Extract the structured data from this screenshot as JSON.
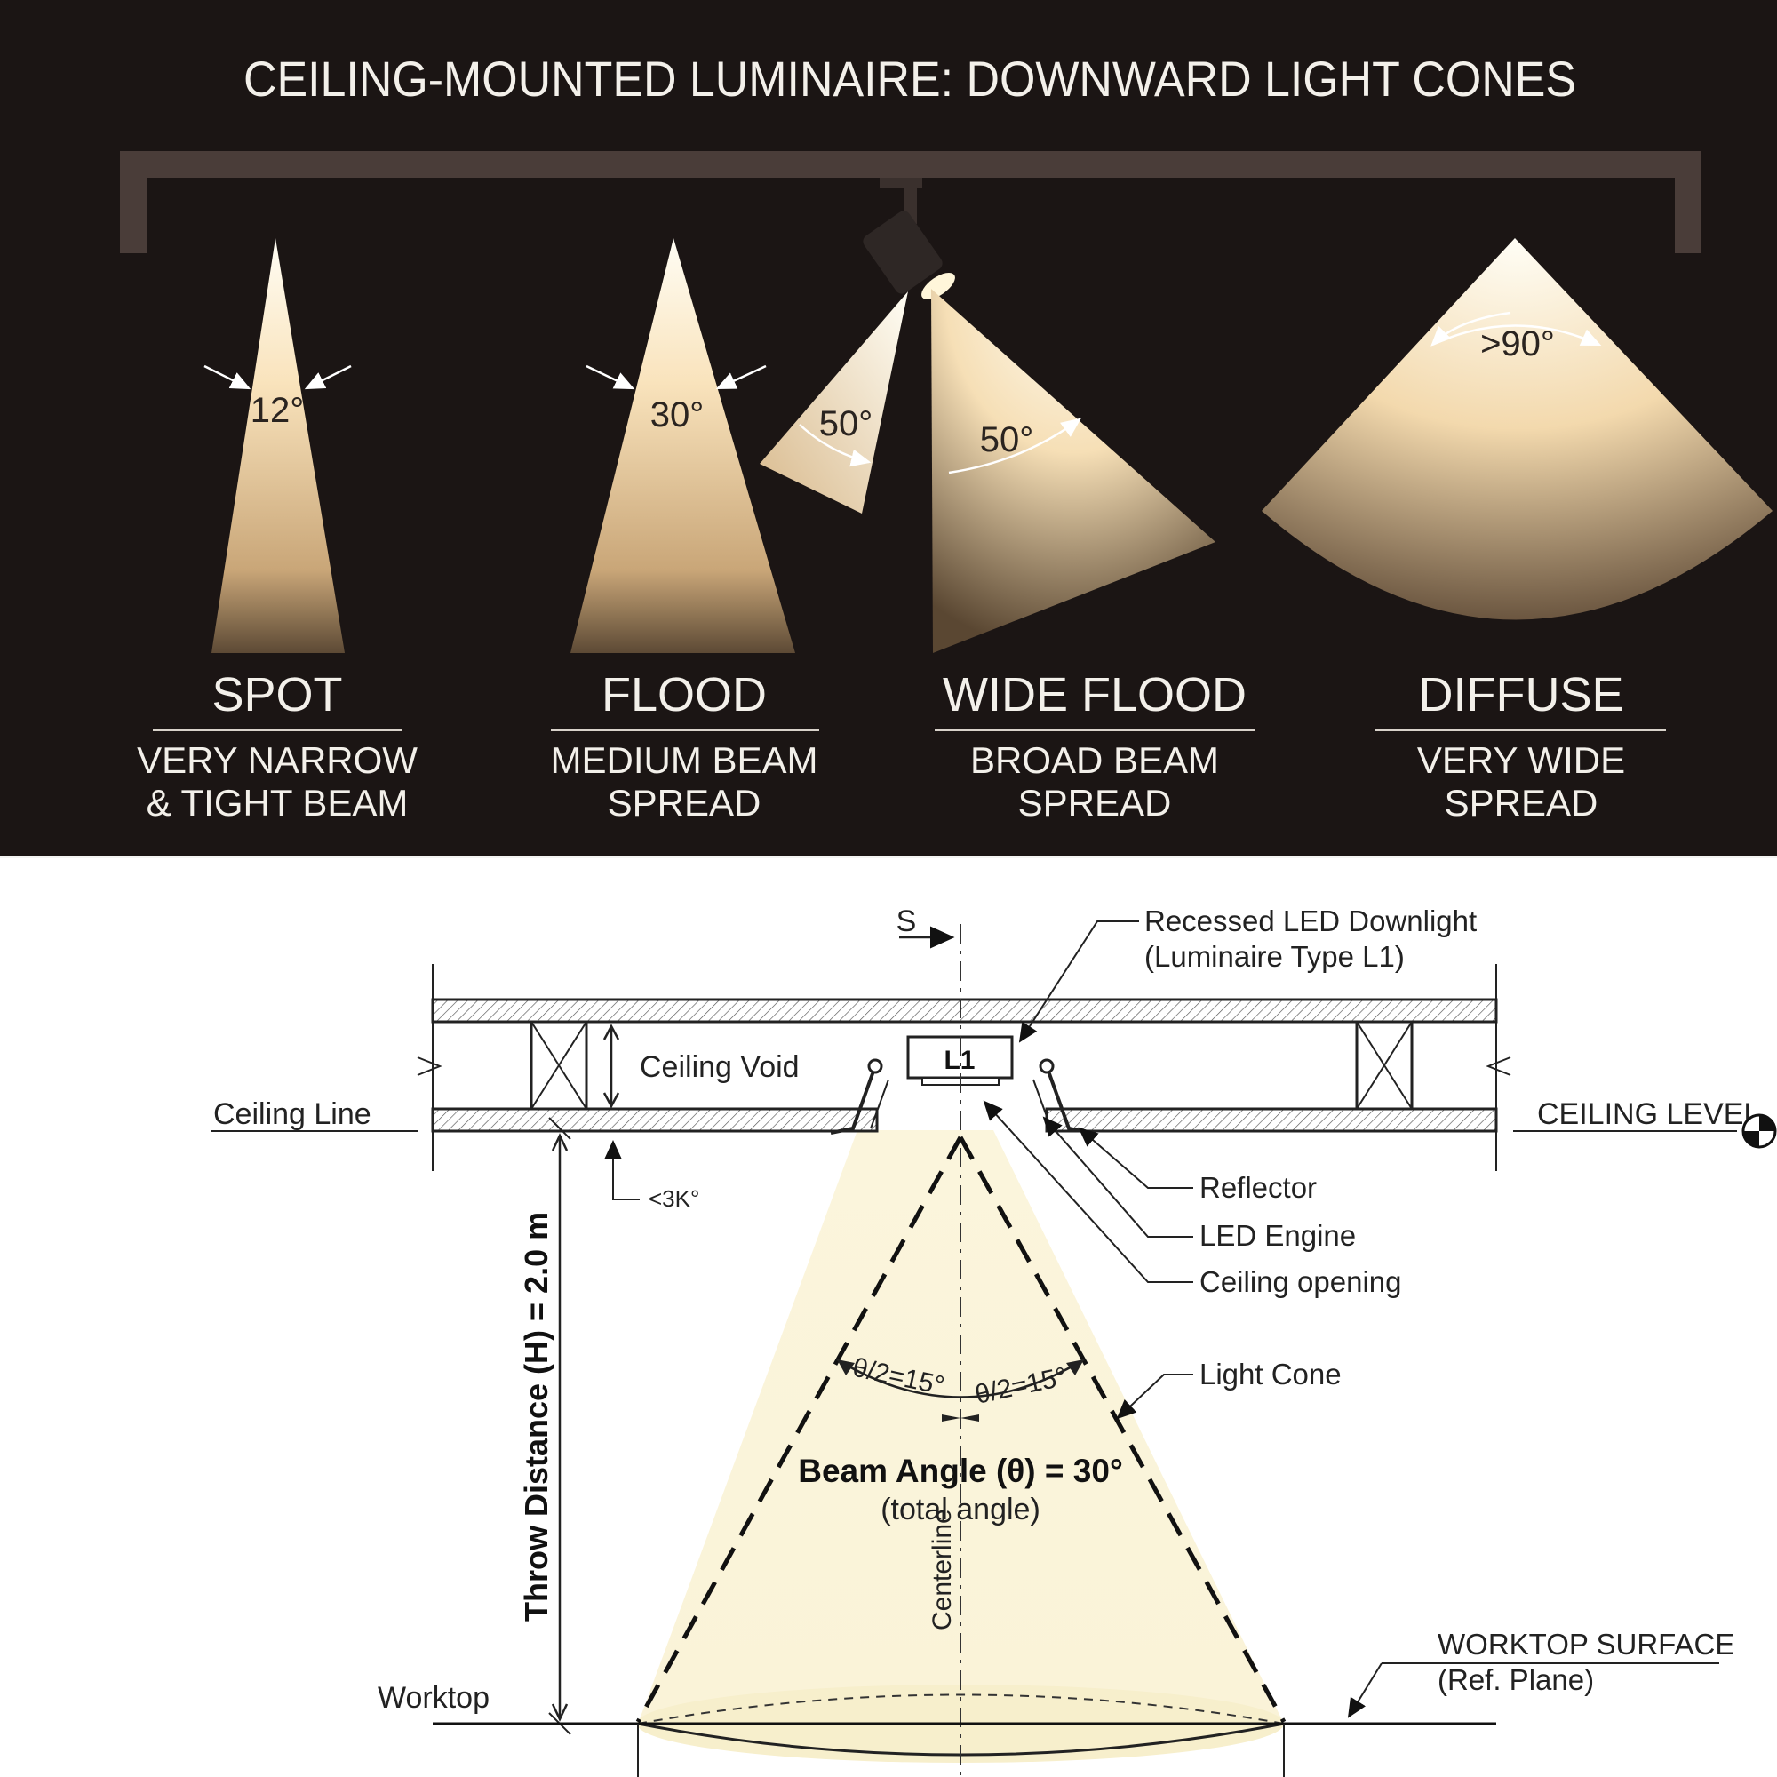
{
  "top": {
    "title": "CEILING-MOUNTED LUMINAIRE: DOWNWARD LIGHT CONES",
    "cones": [
      {
        "angle": "12°",
        "name": "SPOT",
        "desc1": "VERY NARROW",
        "desc2": "& TIGHT BEAM"
      },
      {
        "angle": "30°",
        "name": "FLOOD",
        "desc1": "MEDIUM BEAM",
        "desc2": "SPREAD"
      },
      {
        "angle": "50°",
        "angle2": "50°",
        "name": "WIDE FLOOD",
        "desc1": "BROAD BEAM",
        "desc2": "SPREAD"
      },
      {
        "angle": ">90°",
        "name": "DIFFUSE",
        "desc1": "VERY WIDE",
        "desc2": "SPREAD"
      }
    ]
  },
  "section": {
    "section_mark": "S",
    "fixture_tag": "L1",
    "callout_downlight_1": "Recessed LED Downlight",
    "callout_downlight_2": "(Luminaire Type L1)",
    "ceiling_void": "Ceiling Void",
    "ceiling_line": "Ceiling Line",
    "ceiling_level": "CEILING LEVEL",
    "small_angle": "<3K°",
    "reflector": "Reflector",
    "led_engine": "LED Engine",
    "ceiling_opening": "Ceiling opening",
    "light_cone": "Light Cone",
    "half_angle_left": "θ/2=15°",
    "half_angle_right": "θ/2=15°",
    "beam_angle": "Beam Angle (θ) = 30°",
    "beam_angle_note": "(total angle)",
    "centerline": "Centerline",
    "throw_distance": "Throw Distance (H) = 2.0 m",
    "worktop": "Worktop",
    "worktop_surface_1": "WORKTOP SURFACE",
    "worktop_surface_2": "(Ref. Plane)"
  }
}
